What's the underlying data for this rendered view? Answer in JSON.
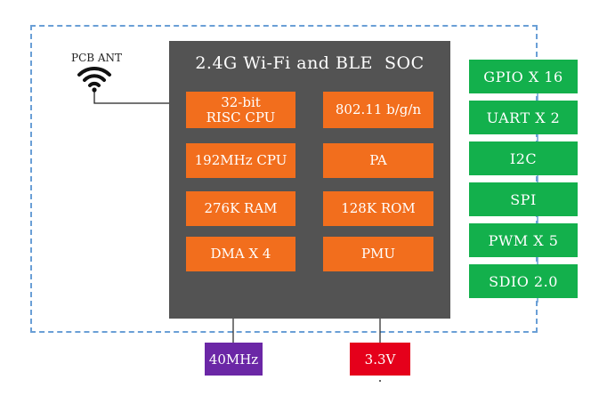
{
  "soc": {
    "title": "2.4G Wi-Fi and BLE  SOC",
    "blocks_left": [
      "32-bit\nRISC CPU",
      "192MHz CPU",
      "276K RAM",
      "DMA X 4"
    ],
    "blocks_right": [
      "802.11 b/g/n",
      "PA",
      "128K ROM",
      "PMU"
    ]
  },
  "antenna": {
    "label": "PCB ANT",
    "icon": "wifi-icon"
  },
  "interfaces": [
    "GPIO X 16",
    "UART X 2",
    "I2C",
    "SPI",
    "PWM X 5",
    "SDIO 2.0"
  ],
  "pins": {
    "clock": "40MHz",
    "power": "3.3V"
  },
  "colors": {
    "soc": "#535353",
    "block": "#f26e1d",
    "interface": "#13b04c",
    "clock": "#6b27a6",
    "power": "#e5001b",
    "boundary": "#6a9fd6"
  }
}
